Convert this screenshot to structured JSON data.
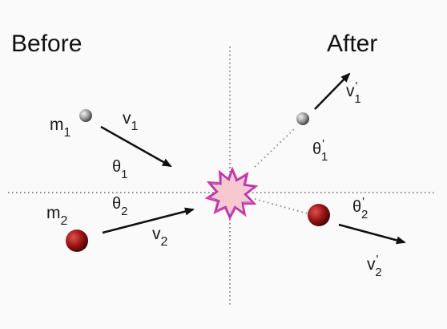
{
  "headings": {
    "before": "Before",
    "after": "After"
  },
  "labels": {
    "m1": {
      "main": "m",
      "sub": "1"
    },
    "m2": {
      "main": "m",
      "sub": "2"
    },
    "v1": {
      "main": "v",
      "sub": "1"
    },
    "v2": {
      "main": "v",
      "sub": "2"
    },
    "theta1": {
      "main": "θ",
      "sub": "1"
    },
    "theta2": {
      "main": "θ",
      "sub": "2"
    },
    "v1_after": {
      "main": "v",
      "sup": "'",
      "sub": "1"
    },
    "v2_after": {
      "main": "v",
      "sup": "'",
      "sub": "2"
    },
    "theta1_after": {
      "main": "θ",
      "sup": "'",
      "sub": "1"
    },
    "theta2_after": {
      "main": "θ",
      "sup": "'",
      "sub": "2"
    }
  },
  "colors": {
    "mass1": "#8c8c8c",
    "mass2": "#8b1010",
    "collision_fill": "#f8c8d0",
    "collision_stroke_outer": "#e0309a",
    "collision_stroke_inner": "#7a3cc8",
    "axis_dots": "#8a8a8a",
    "arrow": "#111111"
  }
}
